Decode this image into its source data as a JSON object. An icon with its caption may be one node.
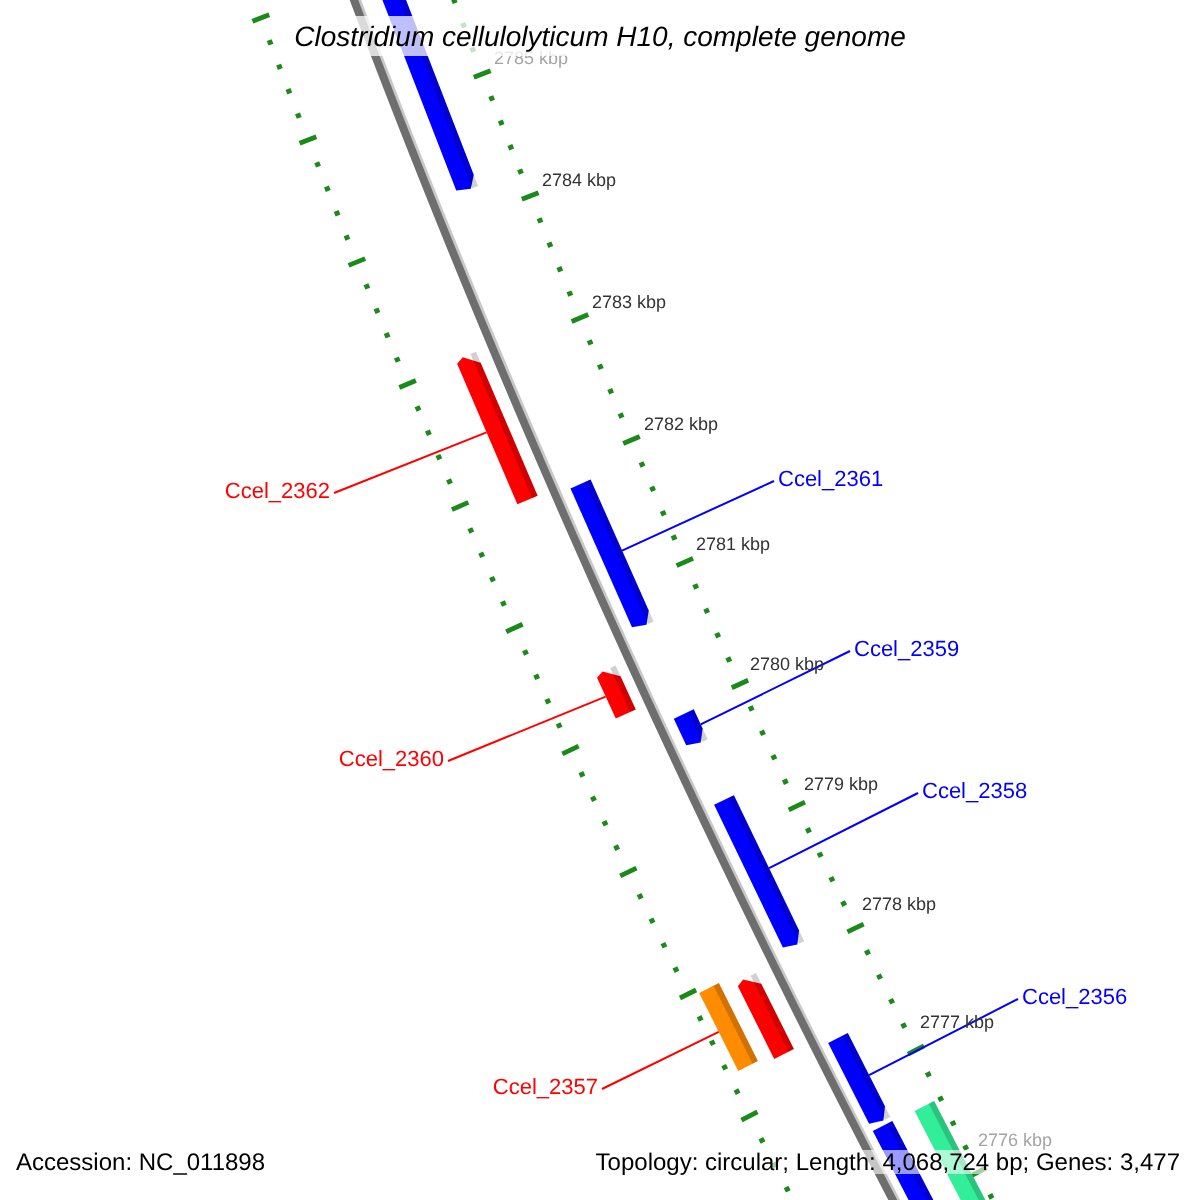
{
  "diagram": {
    "title": "Clostridium cellulolyticum H10, complete genome",
    "nodes": [
      {
        "text": [
          "Ccel_2362"
        ]
      },
      {
        "text": [
          "Ccel_2361"
        ]
      },
      {
        "text": [
          "Ccel_2360"
        ]
      },
      {
        "text": [
          "Ccel_2359"
        ]
      },
      {
        "text": [
          "Ccel_2358"
        ]
      },
      {
        "text": [
          "Ccel_2357"
        ]
      },
      {
        "text": [
          "Ccel_2356"
        ]
      },
      {
        "text": [],
        "shape": "bar"
      },
      {
        "text": [],
        "shape": "bar"
      },
      {
        "text": [],
        "shape": "bar"
      },
      {
        "text": [],
        "shape": "bar"
      },
      {
        "text": [],
        "shape": "bar"
      },
      {
        "text": [],
        "shape": "bar"
      },
      {
        "text": [],
        "shape": "bar"
      }
    ],
    "edges": [
      {
        "from": 0,
        "to": 7,
        "arrow": "none",
        "color": "#ff0000"
      },
      {
        "from": 1,
        "to": 8,
        "arrow": "none"
      },
      {
        "from": 2,
        "to": 9,
        "arrow": "none",
        "color": "#ff0000"
      },
      {
        "from": 3,
        "to": 10,
        "arrow": "none"
      },
      {
        "from": 4,
        "to": 11,
        "arrow": "none"
      },
      {
        "from": 5,
        "to": 12,
        "arrow": "none",
        "color": "#ff0000"
      },
      {
        "from": 6,
        "to": 13,
        "arrow": "none"
      }
    ],
    "labels": [
      "2785 kbp",
      "2784 kbp",
      "2783 kbp",
      "2782 kbp",
      "2781 kbp",
      "2780 kbp",
      "2779 kbp",
      "2778 kbp",
      "2777 kbp",
      "2776 kbp",
      "Accession: NC_011898",
      "Topology: circular; Length: 4,068,724 bp; Genes: 3,477"
    ]
  }
}
